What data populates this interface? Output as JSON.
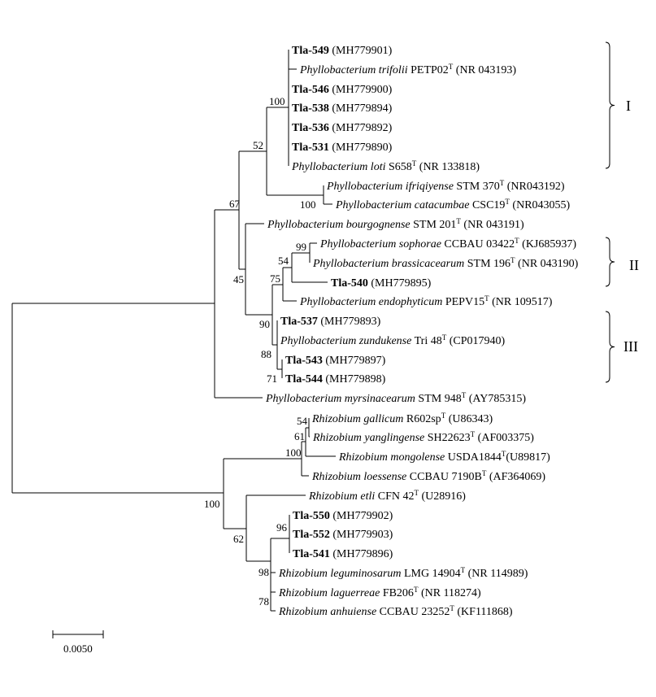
{
  "tree": {
    "taxa": [
      {
        "id": "tla549",
        "parts": [
          {
            "t": "Tla-549",
            "s": "b"
          },
          {
            "t": " (MH779901)"
          }
        ]
      },
      {
        "id": "trifolii",
        "parts": [
          {
            "t": "Phyllobacterium trifolii",
            "s": "i"
          },
          {
            "t": " PETP02"
          },
          {
            "t": "T",
            "s": "sup"
          },
          {
            "t": " (NR 043193)"
          }
        ]
      },
      {
        "id": "tla546",
        "parts": [
          {
            "t": "Tla-546",
            "s": "b"
          },
          {
            "t": " (MH779900)"
          }
        ]
      },
      {
        "id": "tla538",
        "parts": [
          {
            "t": "Tla-538",
            "s": "b"
          },
          {
            "t": " (MH779894)"
          }
        ]
      },
      {
        "id": "tla536",
        "parts": [
          {
            "t": "Tla-536",
            "s": "b"
          },
          {
            "t": " (MH779892)"
          }
        ]
      },
      {
        "id": "tla531",
        "parts": [
          {
            "t": "Tla-531",
            "s": "b"
          },
          {
            "t": " (MH779890)"
          }
        ]
      },
      {
        "id": "loti",
        "parts": [
          {
            "t": "Phyllobacterium loti",
            "s": "i"
          },
          {
            "t": " S658"
          },
          {
            "t": "T",
            "s": "sup"
          },
          {
            "t": " (NR 133818)"
          }
        ]
      },
      {
        "id": "ifriqiyense",
        "parts": [
          {
            "t": "Phyllobacterium ifriqiyense",
            "s": "i"
          },
          {
            "t": " STM 370"
          },
          {
            "t": "T",
            "s": "sup"
          },
          {
            "t": " (NR043192)"
          }
        ]
      },
      {
        "id": "catacumbae",
        "parts": [
          {
            "t": "Phyllobacterium catacumbae",
            "s": "i"
          },
          {
            "t": " CSC19"
          },
          {
            "t": "T",
            "s": "sup"
          },
          {
            "t": " (NR043055)"
          }
        ]
      },
      {
        "id": "bourgognense",
        "parts": [
          {
            "t": "Phyllobacterium bourgognense",
            "s": "i"
          },
          {
            "t": " STM 201"
          },
          {
            "t": "T",
            "s": "sup"
          },
          {
            "t": " (NR 043191)"
          }
        ]
      },
      {
        "id": "sophorae",
        "parts": [
          {
            "t": "Phyllobacterium sophorae",
            "s": "i"
          },
          {
            "t": " CCBAU 03422"
          },
          {
            "t": "T",
            "s": "sup"
          },
          {
            "t": " (KJ685937)"
          }
        ]
      },
      {
        "id": "brassicacearum",
        "parts": [
          {
            "t": "Phyllobacterium brassicacearum",
            "s": "i"
          },
          {
            "t": " STM 196"
          },
          {
            "t": "T",
            "s": "sup"
          },
          {
            "t": " (NR 043190)"
          }
        ]
      },
      {
        "id": "tla540",
        "parts": [
          {
            "t": "Tla-540",
            "s": "b"
          },
          {
            "t": " (MH779895)"
          }
        ]
      },
      {
        "id": "endophyticum",
        "parts": [
          {
            "t": "Phyllobacterium endophyticum",
            "s": "i"
          },
          {
            "t": " PEPV15"
          },
          {
            "t": "T",
            "s": "sup"
          },
          {
            "t": " (NR 109517)"
          }
        ]
      },
      {
        "id": "tla537",
        "parts": [
          {
            "t": "Tla-537",
            "s": "b"
          },
          {
            "t": " (MH779893)"
          }
        ]
      },
      {
        "id": "zundukense",
        "parts": [
          {
            "t": "Phyllobacterium zundukense",
            "s": "i"
          },
          {
            "t": " Tri 48"
          },
          {
            "t": "T",
            "s": "sup"
          },
          {
            "t": " (CP017940)"
          }
        ]
      },
      {
        "id": "tla543",
        "parts": [
          {
            "t": "Tla-543",
            "s": "b"
          },
          {
            "t": " (MH779897)"
          }
        ]
      },
      {
        "id": "tla544",
        "parts": [
          {
            "t": "Tla-544",
            "s": "b"
          },
          {
            "t": " (MH779898)"
          }
        ]
      },
      {
        "id": "myrsinacearum",
        "parts": [
          {
            "t": "Phyllobacterium myrsinacearum",
            "s": "i"
          },
          {
            "t": " STM 948"
          },
          {
            "t": "T",
            "s": "sup"
          },
          {
            "t": " (AY785315)"
          }
        ]
      },
      {
        "id": "gallicum",
        "parts": [
          {
            "t": "Rhizobium gallicum",
            "s": "i"
          },
          {
            "t": " R602sp"
          },
          {
            "t": "T",
            "s": "sup"
          },
          {
            "t": " (U86343)"
          }
        ]
      },
      {
        "id": "yanglingense",
        "parts": [
          {
            "t": "Rhizobium yanglingense",
            "s": "i"
          },
          {
            "t": " SH22623"
          },
          {
            "t": "T",
            "s": "sup"
          },
          {
            "t": " (AF003375)"
          }
        ]
      },
      {
        "id": "mongolense",
        "parts": [
          {
            "t": "Rhizobium mongolense",
            "s": "i"
          },
          {
            "t": " USDA1844"
          },
          {
            "t": "T",
            "s": "sup"
          },
          {
            "t": "(U89817)"
          }
        ]
      },
      {
        "id": "loessense",
        "parts": [
          {
            "t": "Rhizobium loessense",
            "s": "i"
          },
          {
            "t": " CCBAU 7190B"
          },
          {
            "t": "T",
            "s": "sup"
          },
          {
            "t": " (AF364069)"
          }
        ]
      },
      {
        "id": "etli",
        "parts": [
          {
            "t": "Rhizobium etli",
            "s": "i"
          },
          {
            "t": " CFN 42"
          },
          {
            "t": "T",
            "s": "sup"
          },
          {
            "t": " (U28916)"
          }
        ]
      },
      {
        "id": "tla550",
        "parts": [
          {
            "t": "Tla-550",
            "s": "b"
          },
          {
            "t": " (MH779902)"
          }
        ]
      },
      {
        "id": "tla552",
        "parts": [
          {
            "t": "Tla-552",
            "s": "b"
          },
          {
            "t": " (MH779903)"
          }
        ]
      },
      {
        "id": "tla541",
        "parts": [
          {
            "t": "Tla-541",
            "s": "b"
          },
          {
            "t": " (MH779896)"
          }
        ]
      },
      {
        "id": "leguminosarum",
        "parts": [
          {
            "t": "Rhizobium leguminosarum",
            "s": "i"
          },
          {
            "t": " LMG 14904"
          },
          {
            "t": "T",
            "s": "sup"
          },
          {
            "t": " (NR 114989)"
          }
        ]
      },
      {
        "id": "laguerreae",
        "parts": [
          {
            "t": "Rhizobium laguerreae",
            "s": "i"
          },
          {
            "t": " FB206"
          },
          {
            "t": "T",
            "s": "sup"
          },
          {
            "t": " (NR 118274)"
          }
        ]
      },
      {
        "id": "anhuiense",
        "parts": [
          {
            "t": "Rhizobium anhuiense",
            "s": "i"
          },
          {
            "t": " CCBAU 23252"
          },
          {
            "t": "T",
            "s": "sup"
          },
          {
            "t": " (KF111868)"
          }
        ]
      }
    ],
    "bootstrap_values": {
      "b100_cladeI": "100",
      "b52": "52",
      "b100_catacumbae": "100",
      "b67": "67",
      "b99": "99",
      "b54_phyllo": "54",
      "b75": "75",
      "b45": "45",
      "b90": "90",
      "b88": "88",
      "b71": "71",
      "b54_rhizo": "54",
      "b61": "61",
      "b100_mongolense": "100",
      "b100_root": "100",
      "b96": "96",
      "b62": "62",
      "b98": "98",
      "b78": "78"
    },
    "clades": [
      {
        "id": "I",
        "label": "I"
      },
      {
        "id": "II",
        "label": "II"
      },
      {
        "id": "III",
        "label": "III"
      }
    ],
    "scale_bar": {
      "label": "0.0050",
      "value": 0.005
    }
  }
}
